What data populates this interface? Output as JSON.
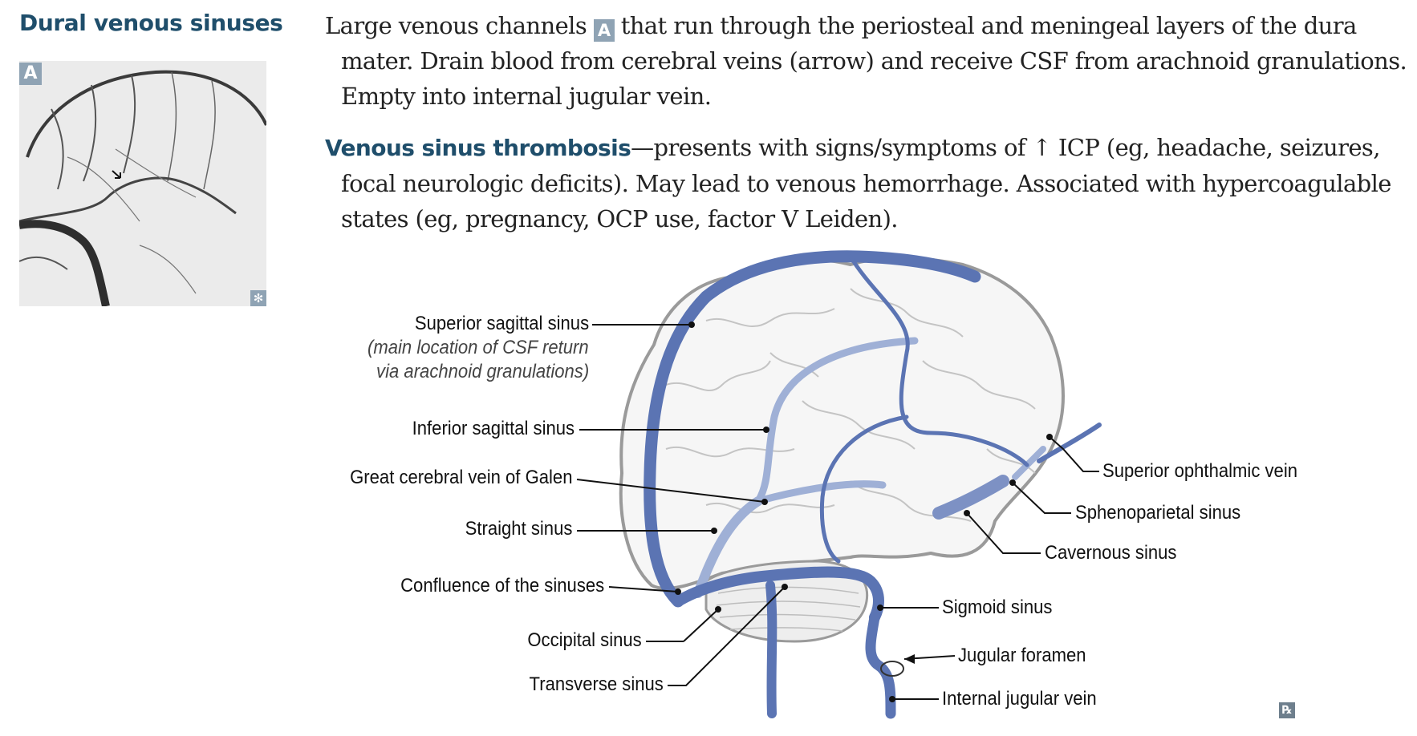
{
  "heading": "Dural venous sinuses",
  "image_badge": "A",
  "watermark_symbol": "✻",
  "paragraph1": {
    "pre": "Large venous channels",
    "badge": "A",
    "post": "that run through the periosteal and meningeal layers of the dura mater. Drain blood from cerebral veins (arrow) and receive CSF from arachnoid granulations. Empty into internal jugular vein."
  },
  "paragraph2": {
    "term": "Venous sinus thrombosis",
    "text": "—presents with signs/symptoms of ↑ ICP (eg, headache, seizures, focal neurologic deficits). May lead to venous hemorrhage. Associated with hypercoagulable states (eg, pregnancy, OCP use, factor V Leiden)."
  },
  "labels": {
    "superior_sagittal": "Superior sagittal sinus",
    "superior_sagittal_note1": "(main location of CSF return",
    "superior_sagittal_note2": "via arachnoid granulations)",
    "inferior_sagittal": "Inferior sagittal sinus",
    "galen": "Great cerebral vein of Galen",
    "straight": "Straight sinus",
    "confluence": "Confluence of the sinuses",
    "occipital": "Occipital sinus",
    "transverse": "Transverse sinus",
    "superior_ophthalmic": "Superior ophthalmic vein",
    "sphenoparietal": "Sphenoparietal sinus",
    "cavernous": "Cavernous sinus",
    "sigmoid": "Sigmoid sinus",
    "jugular_foramen": "Jugular foramen",
    "internal_jugular": "Internal jugular vein"
  },
  "rx_symbol": "℞",
  "colors": {
    "heading": "#1f4e6b",
    "vein_dark": "#5b74b3",
    "vein_light": "#9fb0d6",
    "brain_outline": "#9a9a9a",
    "badge": "#8fa3b4"
  }
}
